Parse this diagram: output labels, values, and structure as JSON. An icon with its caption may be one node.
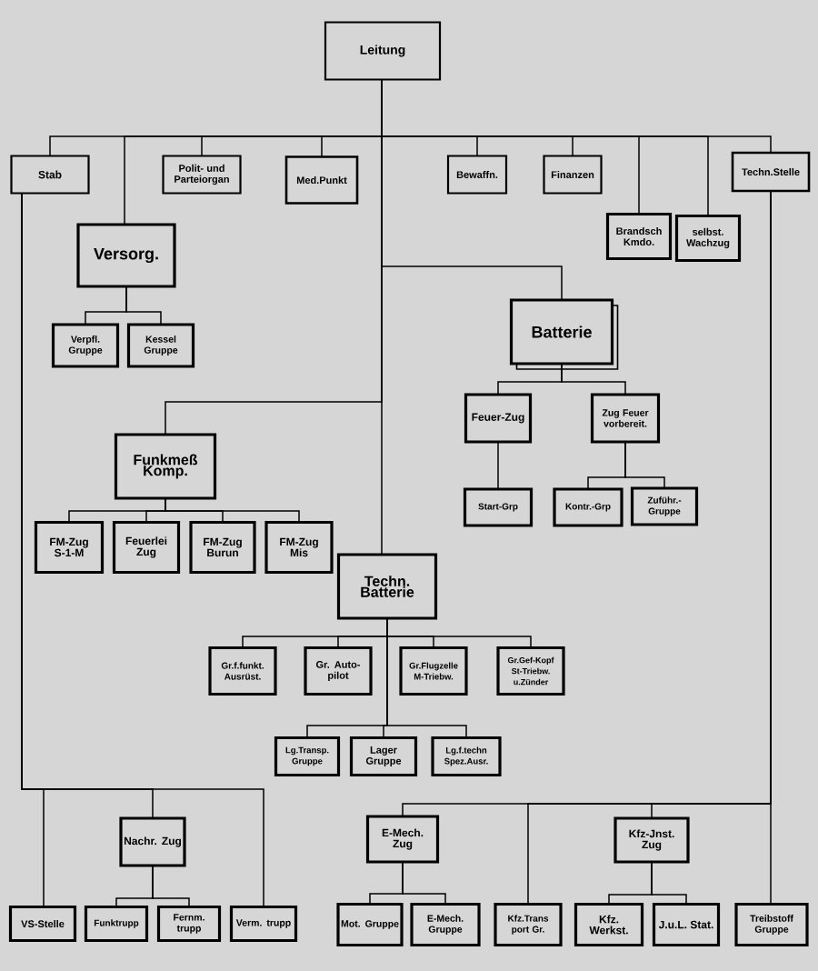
{
  "diagram": {
    "nodes": [
      {
        "text": [
          "Leitung"
        ]
      },
      {
        "text": [
          "Stab"
        ]
      },
      {
        "text": [
          "Polit- und Parteiorgan"
        ]
      },
      {
        "text": [
          "Med.Punkt"
        ]
      },
      {
        "text": [
          "Bewaffn."
        ]
      },
      {
        "text": [
          "Finanzen"
        ]
      },
      {
        "text": [
          "Techn.Stelle"
        ]
      },
      {
        "text": [
          "Versorg."
        ]
      },
      {
        "text": [
          "Brandsch Kmdo."
        ]
      },
      {
        "text": [
          "selbst. Wachzug"
        ]
      },
      {
        "text": [
          "Batterie"
        ]
      },
      {
        "text": [
          "Verpfl. Gruppe"
        ]
      },
      {
        "text": [
          "Kessel Gruppe"
        ]
      },
      {
        "text": [
          "Feuer-Zug"
        ]
      },
      {
        "text": [
          "Zug Feuer vorbereit."
        ]
      },
      {
        "text": [
          "Funkmeß Komp."
        ]
      },
      {
        "text": [
          "Start-Grp"
        ]
      },
      {
        "text": [
          "Kontr.-Grp"
        ]
      },
      {
        "text": [
          "Zuführ.-Gruppe"
        ]
      },
      {
        "text": [
          "FM-Zug S-1-M"
        ]
      },
      {
        "text": [
          "Feuerlei Zug"
        ]
      },
      {
        "text": [
          "FM-Zug Burun"
        ]
      },
      {
        "text": [
          "FM-Zug Mis"
        ]
      },
      {
        "text": [
          "Techn. Batterie"
        ]
      },
      {
        "text": [
          "Gr.f.funkt. Ausrüst."
        ]
      },
      {
        "text": [
          "Gr. Auto- pilot"
        ]
      },
      {
        "text": [
          "Gr.Flugzelle M-Triebw."
        ]
      },
      {
        "text": [
          "Gr.Gef-Kopf St-Triebw. u.Zünder"
        ]
      },
      {
        "text": [
          "Lg.Transp. Gruppe"
        ]
      },
      {
        "text": [
          "Lager Gruppe"
        ]
      },
      {
        "text": [
          "Lg.f.techn Spez.Ausr."
        ]
      },
      {
        "text": [
          "Nachr. Zug"
        ]
      },
      {
        "text": [
          "E-Mech. Zug"
        ]
      },
      {
        "text": [
          "Kfz-Jnst. Zug"
        ]
      },
      {
        "text": [
          "VS-Stelle"
        ]
      },
      {
        "text": [
          "Funktrupp"
        ]
      },
      {
        "text": [
          "Fernm. trupp"
        ]
      },
      {
        "text": [
          "Verm. trupp"
        ]
      },
      {
        "text": [
          "Mot. Gruppe"
        ]
      },
      {
        "text": [
          "E-Mech. Gruppe"
        ]
      },
      {
        "text": [
          "Kfz.Trans port Gr."
        ]
      },
      {
        "text": [
          "Kfz. Werkst."
        ]
      },
      {
        "text": [
          "J.u.L. Stat."
        ]
      },
      {
        "text": [
          "Treibstoff Gruppe"
        ]
      }
    ],
    "edges": [
      {
        "from": 0,
        "to": 1,
        "arrow": "none"
      },
      {
        "from": 0,
        "to": 7,
        "arrow": "none"
      },
      {
        "from": 0,
        "to": 2,
        "arrow": "none"
      },
      {
        "from": 0,
        "to": 3,
        "arrow": "none"
      },
      {
        "from": 0,
        "to": 10,
        "arrow": "none"
      },
      {
        "from": 0,
        "to": 15,
        "arrow": "none"
      },
      {
        "from": 0,
        "to": 23,
        "arrow": "none"
      },
      {
        "from": 0,
        "to": 4,
        "arrow": "none"
      },
      {
        "from": 0,
        "to": 5,
        "arrow": "none"
      },
      {
        "from": 0,
        "to": 8,
        "arrow": "none"
      },
      {
        "from": 0,
        "to": 9,
        "arrow": "none"
      },
      {
        "from": 0,
        "to": 6,
        "arrow": "none"
      },
      {
        "from": 7,
        "to": 11,
        "arrow": "none"
      },
      {
        "from": 7,
        "to": 12,
        "arrow": "none"
      },
      {
        "from": 10,
        "to": 13,
        "arrow": "none"
      },
      {
        "from": 10,
        "to": 14,
        "arrow": "none"
      },
      {
        "from": 13,
        "to": 16,
        "arrow": "none"
      },
      {
        "from": 14,
        "to": 17,
        "arrow": "none"
      },
      {
        "from": 14,
        "to": 18,
        "arrow": "none"
      },
      {
        "from": 15,
        "to": 19,
        "arrow": "none"
      },
      {
        "from": 15,
        "to": 20,
        "arrow": "none"
      },
      {
        "from": 15,
        "to": 21,
        "arrow": "none"
      },
      {
        "from": 15,
        "to": 22,
        "arrow": "none"
      },
      {
        "from": 23,
        "to": 24,
        "arrow": "none"
      },
      {
        "from": 23,
        "to": 25,
        "arrow": "none"
      },
      {
        "from": 23,
        "to": 26,
        "arrow": "none"
      },
      {
        "from": 23,
        "to": 27,
        "arrow": "none"
      },
      {
        "from": 23,
        "to": 28,
        "arrow": "none"
      },
      {
        "from": 23,
        "to": 29,
        "arrow": "none"
      },
      {
        "from": 23,
        "to": 30,
        "arrow": "none"
      },
      {
        "from": 1,
        "to": 34,
        "arrow": "none"
      },
      {
        "from": 1,
        "to": 31,
        "arrow": "none"
      },
      {
        "from": 1,
        "to": 37,
        "arrow": "none"
      },
      {
        "from": 31,
        "to": 35,
        "arrow": "none"
      },
      {
        "from": 31,
        "to": 36,
        "arrow": "none"
      },
      {
        "from": 6,
        "to": 32,
        "arrow": "none"
      },
      {
        "from": 6,
        "to": 40,
        "arrow": "none"
      },
      {
        "from": 6,
        "to": 33,
        "arrow": "none"
      },
      {
        "from": 6,
        "to": 43,
        "arrow": "none"
      },
      {
        "from": 32,
        "to": 38,
        "arrow": "none"
      },
      {
        "from": 32,
        "to": 39,
        "arrow": "none"
      },
      {
        "from": 33,
        "to": 41,
        "arrow": "none"
      },
      {
        "from": 33,
        "to": 42,
        "arrow": "none"
      }
    ]
  }
}
